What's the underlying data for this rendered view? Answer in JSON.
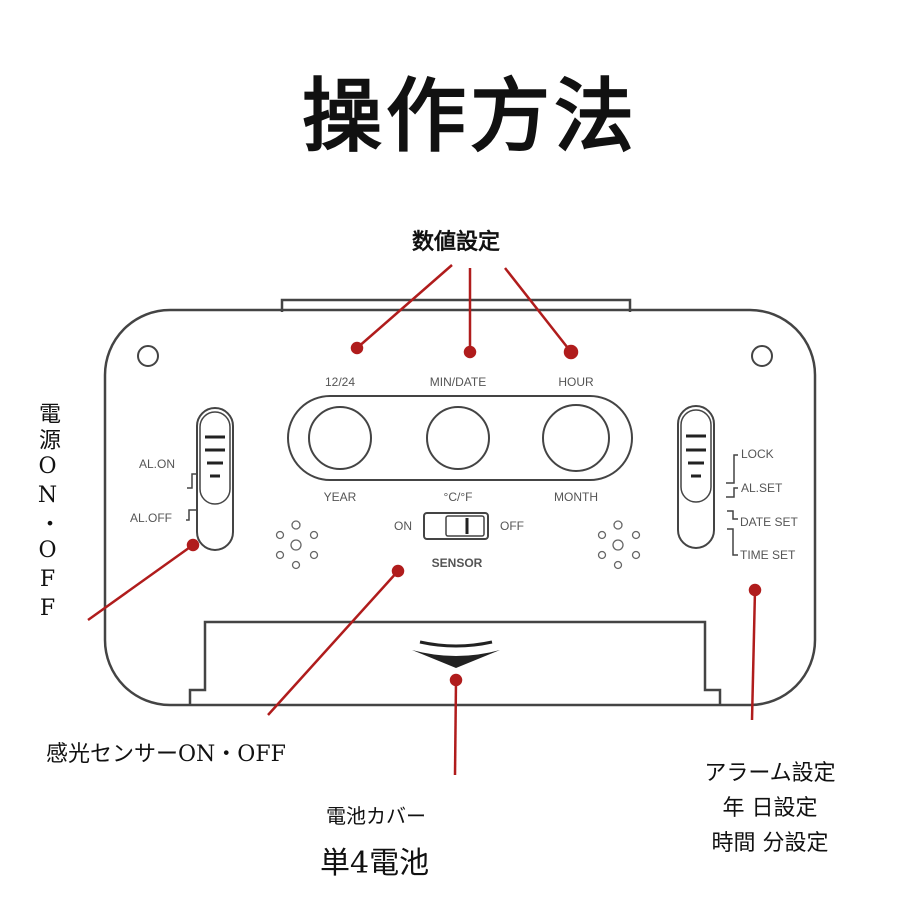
{
  "title": "操作方法",
  "callouts": {
    "value_setting": "数値設定",
    "power": "電源ON・OFF",
    "sensor": "感光センサーON・OFF",
    "battery_cover": "電池カバー",
    "battery_type": "単4電池",
    "alarm_lines": [
      "アラーム設定",
      "年 日設定",
      "時間 分設定"
    ]
  },
  "device_labels": {
    "buttons_top": [
      "12/24",
      "MIN/DATE",
      "HOUR"
    ],
    "buttons_bottom": [
      "YEAR",
      "°C/°F",
      "MONTH"
    ],
    "left_switch": [
      "AL.ON",
      "AL.OFF"
    ],
    "right_switch": [
      "LOCK",
      "AL.SET",
      "DATE SET",
      "TIME SET"
    ],
    "sensor_on": "ON",
    "sensor_off": "OFF",
    "sensor": "SENSOR"
  },
  "colors": {
    "callout_line": "#b01c1c",
    "outline": "#444444"
  }
}
